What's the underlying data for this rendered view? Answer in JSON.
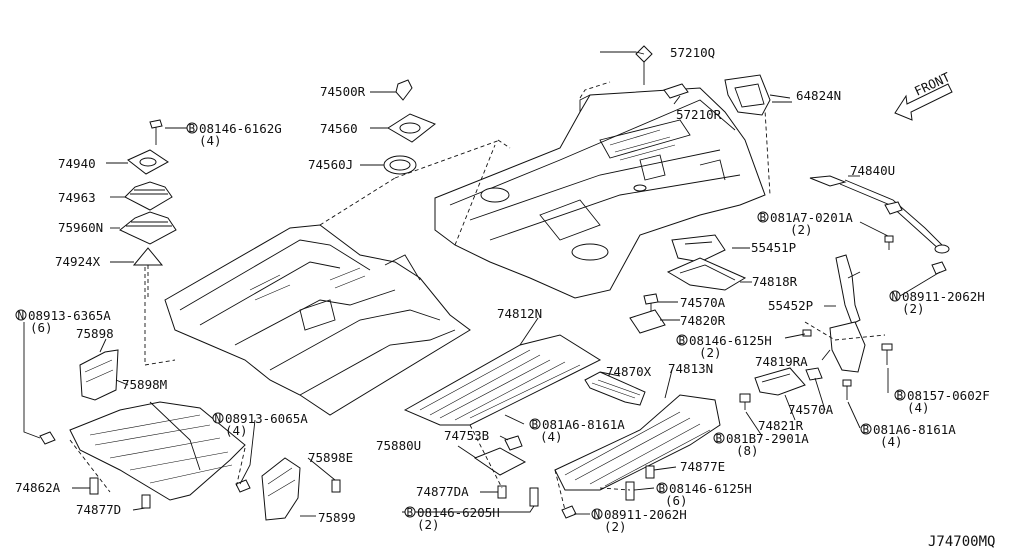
{
  "labels": [
    {
      "id": "57210Q",
      "text": "57210Q"
    },
    {
      "id": "64824N",
      "text": "64824N"
    },
    {
      "id": "57210R",
      "text": "57210R"
    },
    {
      "id": "front",
      "text": "FRONT"
    },
    {
      "id": "74500R",
      "text": "74500R"
    },
    {
      "id": "74560",
      "text": "74560"
    },
    {
      "id": "74560J",
      "text": "74560J"
    },
    {
      "id": "b08146-6162G",
      "text": "08146-6162G"
    },
    {
      "id": "q4a",
      "text": "(4)"
    },
    {
      "id": "74940",
      "text": "74940"
    },
    {
      "id": "74963",
      "text": "74963"
    },
    {
      "id": "75960N",
      "text": "75960N"
    },
    {
      "id": "74924X",
      "text": "74924X"
    },
    {
      "id": "74840U",
      "text": "74840U"
    },
    {
      "id": "b081A7-0201A",
      "text": "081A7-0201A"
    },
    {
      "id": "q2a",
      "text": "(2)"
    },
    {
      "id": "55451P",
      "text": "55451P"
    },
    {
      "id": "74818R",
      "text": "74818R"
    },
    {
      "id": "n08911-2062H-r",
      "text": "08911-2062H"
    },
    {
      "id": "q2b",
      "text": "(2)"
    },
    {
      "id": "55452P",
      "text": "55452P"
    },
    {
      "id": "74570A-a",
      "text": "74570A"
    },
    {
      "id": "74820R",
      "text": "74820R"
    },
    {
      "id": "b08146-6125H-a",
      "text": "08146-6125H"
    },
    {
      "id": "q2c",
      "text": "(2)"
    },
    {
      "id": "74819RA",
      "text": "74819RA"
    },
    {
      "id": "b08157-0602F",
      "text": "08157-0602F"
    },
    {
      "id": "q4b",
      "text": "(4)"
    },
    {
      "id": "74570A-b",
      "text": "74570A"
    },
    {
      "id": "74821R",
      "text": "74821R"
    },
    {
      "id": "b081A6-8161A-r",
      "text": "081A6-8161A"
    },
    {
      "id": "q4c",
      "text": "(4)"
    },
    {
      "id": "b081B7-2901A",
      "text": "081B7-2901A"
    },
    {
      "id": "q8",
      "text": "(8)"
    },
    {
      "id": "n08913-6365A",
      "text": "08913-6365A"
    },
    {
      "id": "q6a",
      "text": "(6)"
    },
    {
      "id": "75898",
      "text": "75898"
    },
    {
      "id": "75898M",
      "text": "75898M"
    },
    {
      "id": "74812N",
      "text": "74812N"
    },
    {
      "id": "74870X",
      "text": "74870X"
    },
    {
      "id": "74813N",
      "text": "74813N"
    },
    {
      "id": "b081A6-8161A-m",
      "text": "081A6-8161A"
    },
    {
      "id": "q4d",
      "text": "(4)"
    },
    {
      "id": "n08913-6065A",
      "text": "08913-6065A"
    },
    {
      "id": "q4e",
      "text": "(4)"
    },
    {
      "id": "74753B",
      "text": "74753B"
    },
    {
      "id": "75880U",
      "text": "75880U"
    },
    {
      "id": "75898E",
      "text": "75898E"
    },
    {
      "id": "74877E",
      "text": "74877E"
    },
    {
      "id": "b08146-6125H-b",
      "text": "08146-6125H"
    },
    {
      "id": "q6b",
      "text": "(6)"
    },
    {
      "id": "74862A",
      "text": "74862A"
    },
    {
      "id": "74877D",
      "text": "74877D"
    },
    {
      "id": "74877DA",
      "text": "74877DA"
    },
    {
      "id": "75899",
      "text": "75899"
    },
    {
      "id": "b08146-6205H",
      "text": "08146-6205H"
    },
    {
      "id": "q2d",
      "text": "(2)"
    },
    {
      "id": "n08911-2062H-b",
      "text": "08911-2062H"
    },
    {
      "id": "q2e",
      "text": "(2)"
    },
    {
      "id": "diagram-code",
      "text": "J74700MQ"
    }
  ],
  "prefix_symbols": {
    "bolt": "B",
    "nut": "N"
  }
}
